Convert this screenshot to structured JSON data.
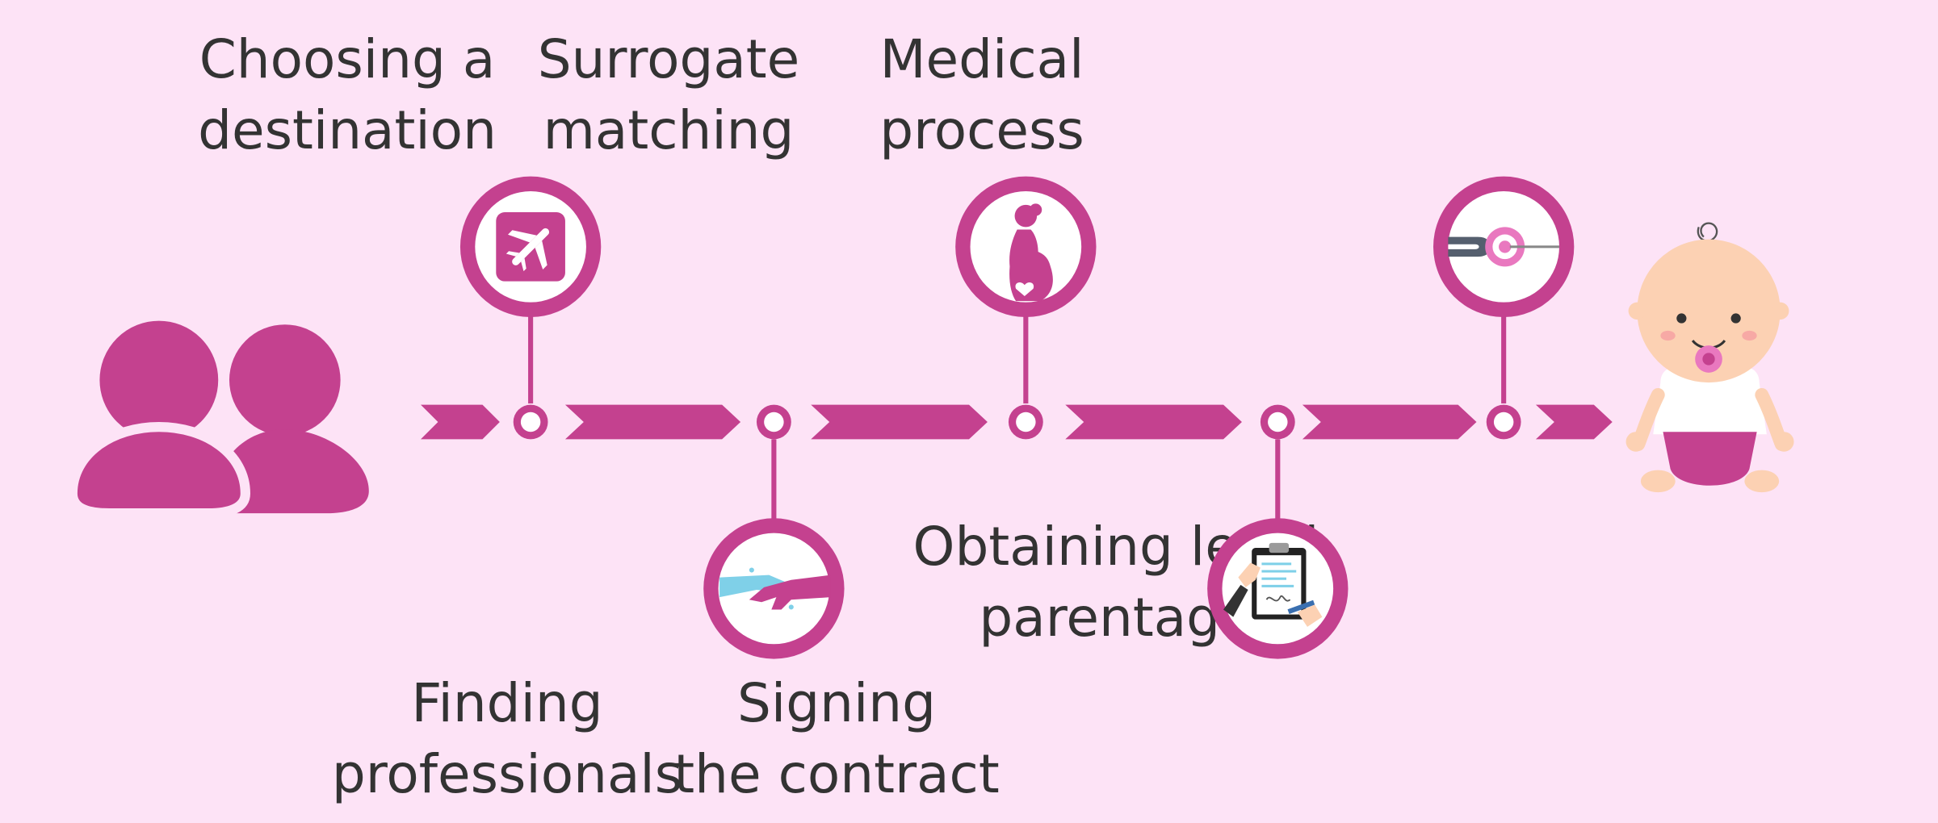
{
  "colors": {
    "background": "#fde3f6",
    "accent": "#c4418f",
    "accent_dark": "#a52f76",
    "text": "#333333",
    "skin": "#fcd1b3",
    "cheek": "#f7a9a5"
  },
  "start": {
    "icon": "parents-icon"
  },
  "steps": [
    {
      "lines": [
        "Choosing a",
        "destination"
      ],
      "icon": "airplane-icon"
    },
    {
      "lines": [
        "Finding",
        "professionals"
      ],
      "icon": "handshake-icon"
    },
    {
      "lines": [
        "Surrogate",
        "matching"
      ],
      "icon": "pregnant-woman-icon"
    },
    {
      "lines": [
        "Signing",
        "the contract"
      ],
      "icon": "contract-signing-icon"
    },
    {
      "lines": [
        "Medical",
        "process"
      ],
      "icon": "ivf-embryo-icon"
    }
  ],
  "end": {
    "lines": [
      "Obtaining legal",
      "parentage"
    ],
    "icon": "baby-icon"
  }
}
